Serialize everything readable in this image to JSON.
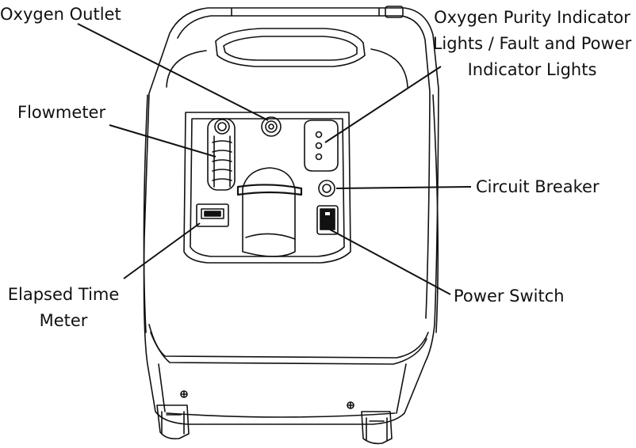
{
  "diagram": {
    "labels": {
      "oxygen_outlet": "Oxygen Outlet",
      "oxygen_purity_lines": [
        "Oxygen Purity Indicator",
        "Lights / Fault and Power",
        "Indicator Lights"
      ],
      "flowmeter": "Flowmeter",
      "circuit_breaker": "Circuit Breaker",
      "elapsed_time_lines": [
        "Elapsed Time",
        "Meter"
      ],
      "power_switch": "Power Switch"
    },
    "colors": {
      "ink": "#111111",
      "background": "#ffffff"
    }
  }
}
